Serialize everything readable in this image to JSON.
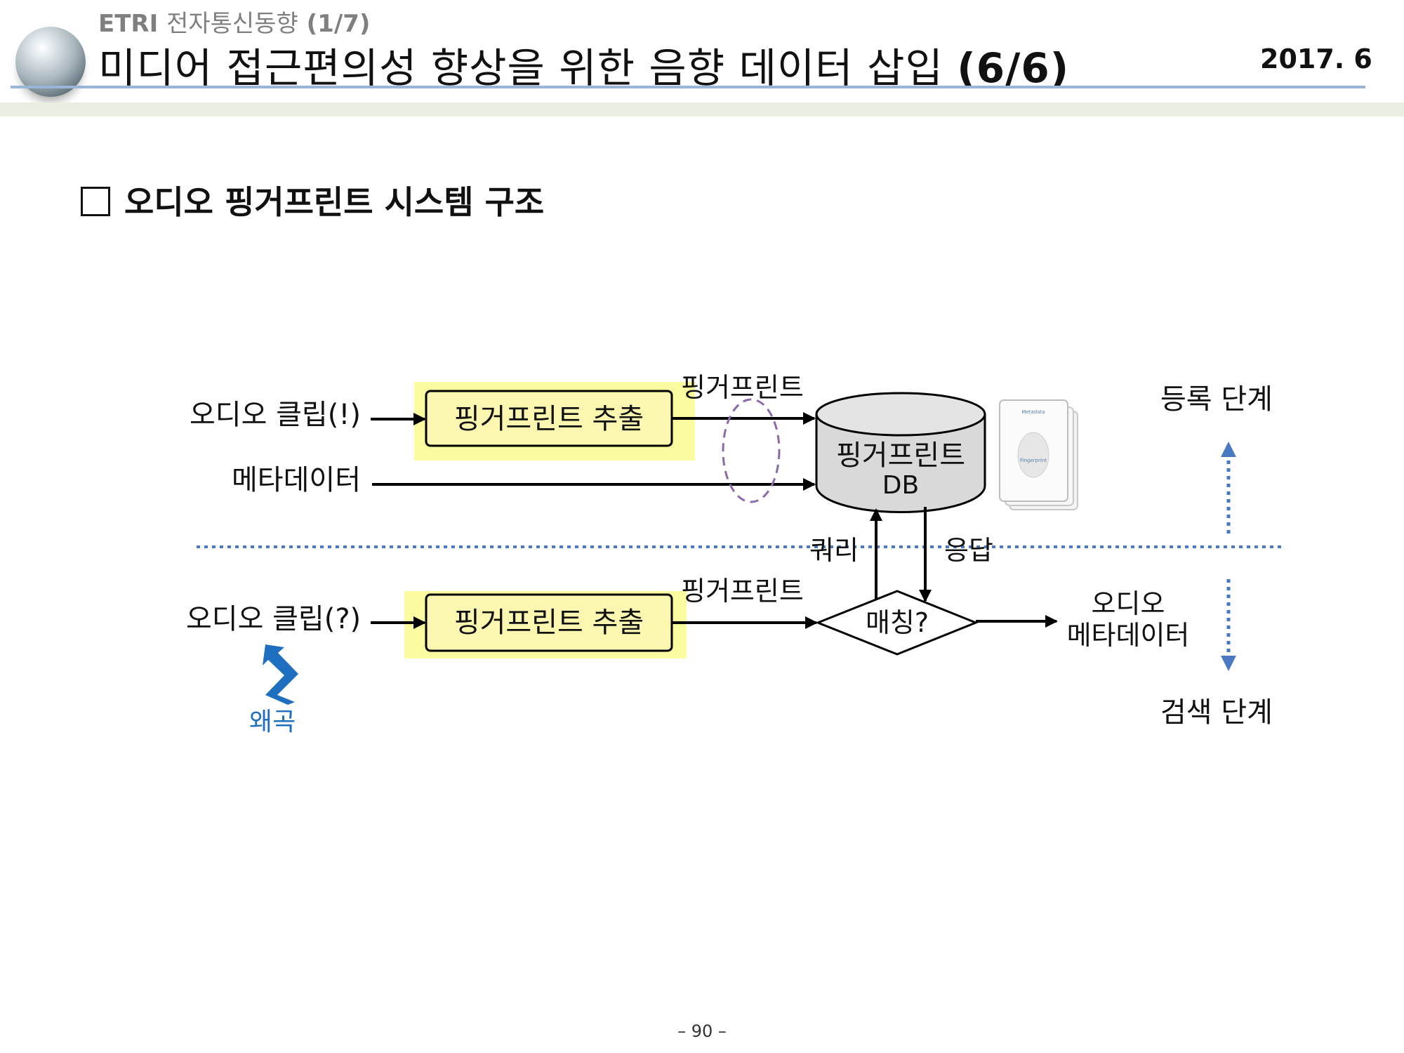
{
  "header": {
    "series_prefix": "ETRI",
    "series_title": "전자통신동향",
    "series_part": "(1/7)",
    "title": "미디어 접근편의성 향상을 위한 음향 데이터 삽입",
    "title_part": "(6/6)",
    "date": "2017. 6"
  },
  "section": {
    "heading": "오디오 핑거프린트 시스템 구조"
  },
  "diagram": {
    "input_clip_registered": "오디오 클립(!)",
    "input_metadata": "메타데이터",
    "extract_box_top": "핑거프린트 추출",
    "fingerprint_label_top": "핑거프린트",
    "db_label_line1": "핑거프린트",
    "db_label_line2": "DB",
    "doc_label_metadata": "Metadata",
    "doc_label_fingerprint": "Fingerprint",
    "registration_phase": "등록 단계",
    "query_label": "쿼리",
    "response_label": "응답",
    "input_clip_query": "오디오 클립(?)",
    "extract_box_bottom": "핑거프린트 추출",
    "fingerprint_label_bottom": "핑거프린트",
    "matching_label": "매칭?",
    "output_line1": "오디오",
    "output_line2": "메타데이터",
    "distortion_label": "왜곡",
    "search_phase": "검색 단계",
    "colors": {
      "highlight": "#fbfba0",
      "box_fill": "#fbf7b0",
      "db_fill": "#d9d9d9",
      "dotted_line": "#4a78c2",
      "phase_arrow": "#4a78c2",
      "distortion": "#1f6fc0",
      "ellipse": "#8a6aa8"
    }
  },
  "footer": {
    "page_number": "– 90 –"
  }
}
